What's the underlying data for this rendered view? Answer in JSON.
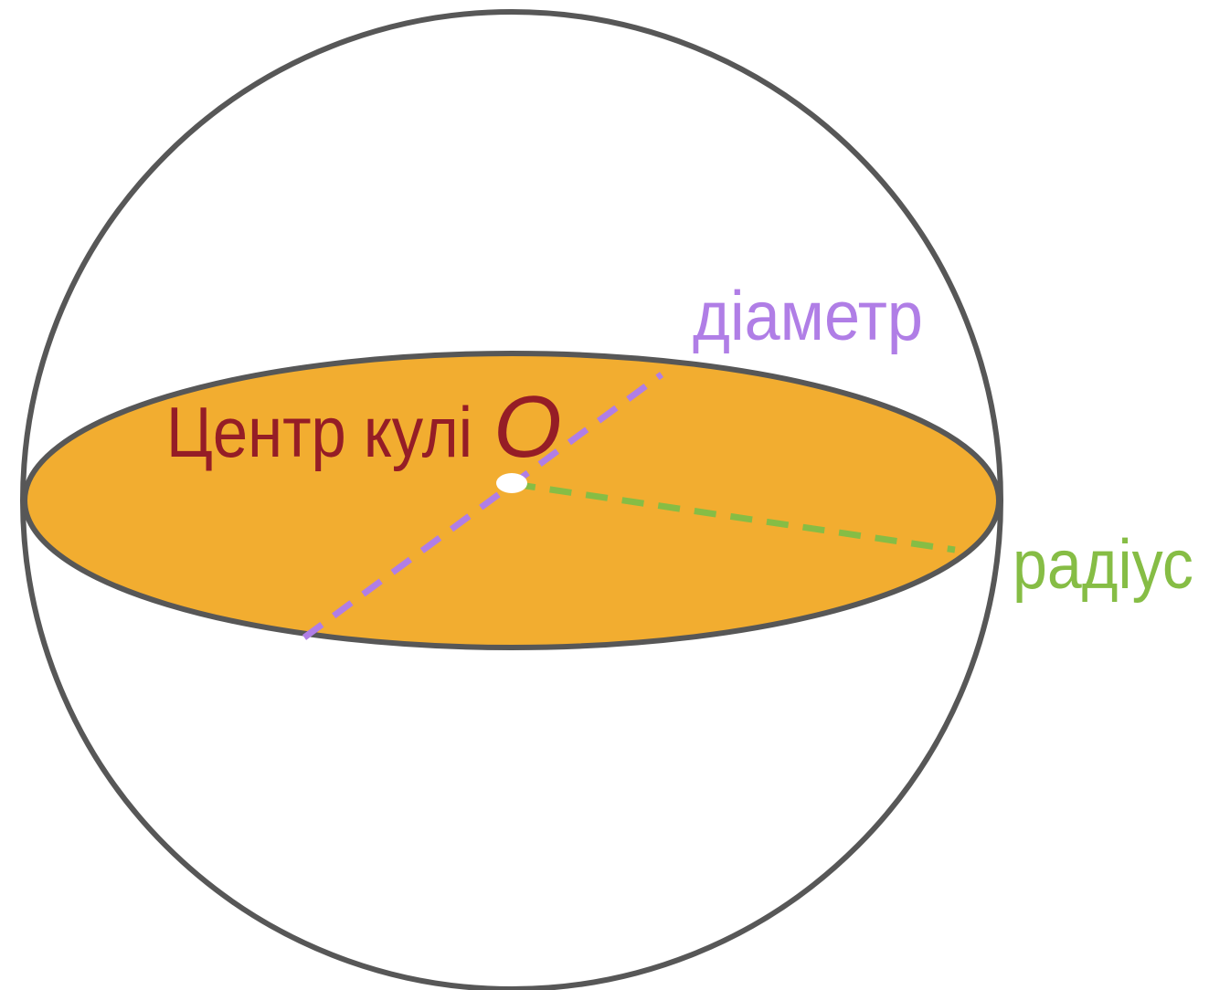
{
  "labels": {
    "center": "Центр кулі",
    "center_point": "O",
    "diameter": "діаметр",
    "radius": "радіус"
  },
  "colors": {
    "background": "#ffffff",
    "outline": "#575757",
    "equator_fill": "#f2ad30",
    "center_label": "#951d26",
    "diameter": "#b07ee6",
    "radius": "#86bd45",
    "center_dot": "#ffffff"
  }
}
